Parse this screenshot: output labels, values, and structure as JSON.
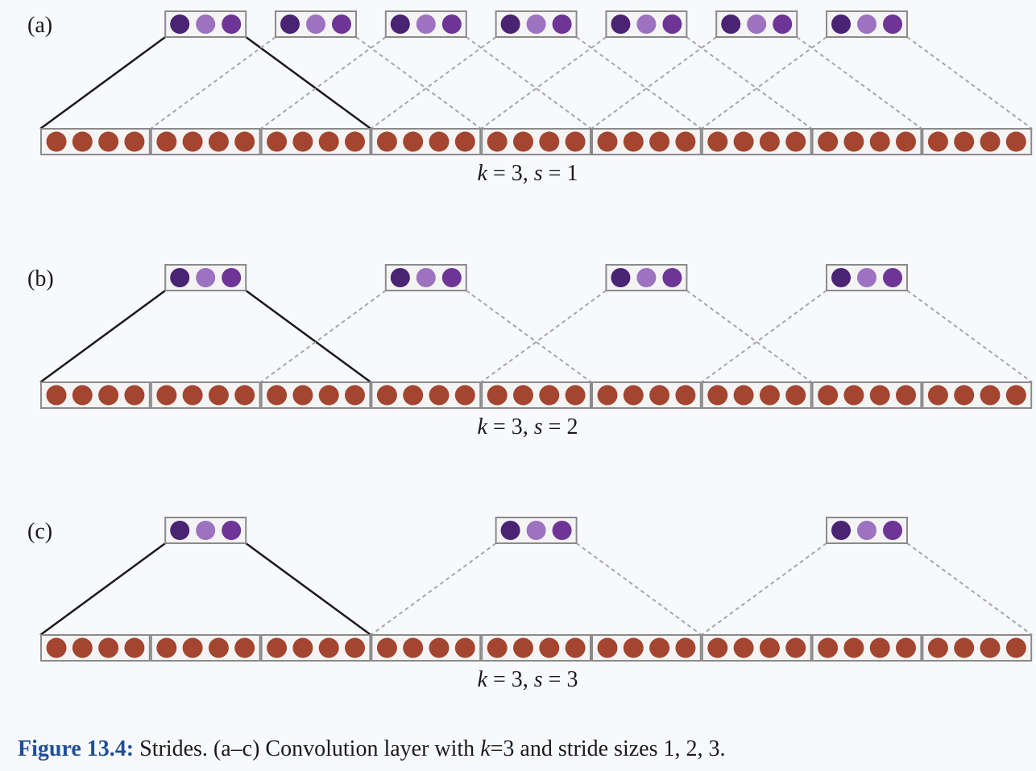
{
  "panels": [
    {
      "label": "(a)",
      "k_text": "k",
      "s_text": "s",
      "formula_rest_1": " = 3, ",
      "formula_rest_2": " = ",
      "stride_value": "1",
      "stride": 1
    },
    {
      "label": "(b)",
      "k_text": "k",
      "s_text": "s",
      "formula_rest_1": " = 3, ",
      "formula_rest_2": " = ",
      "stride_value": "2",
      "stride": 2
    },
    {
      "label": "(c)",
      "k_text": "k",
      "s_text": "s",
      "formula_rest_1": " = 3, ",
      "formula_rest_2": " = ",
      "stride_value": "3",
      "stride": 3
    }
  ],
  "kernel_size": 3,
  "input_count": 9,
  "circles_per_input": 4,
  "circles_per_output": 3,
  "colors": {
    "input_circle": "#a3452f",
    "output_circle_dark": "#4a2373",
    "output_circle_light": "#9d72c0",
    "output_circle_mid": "#6e3596",
    "box_stroke": "#8a8a8a",
    "box_fill": "#f4f4f4",
    "solid_line": "#1a1a1a",
    "dashed_line": "#a6a6a6",
    "caption_label": "#1f4f9a"
  },
  "caption": {
    "label": "Figure 13.4:",
    "text_before": " Strides. (a–c) Convolution layer with ",
    "k": "k",
    "text_after": "=3 and stride sizes 1, 2, 3."
  }
}
